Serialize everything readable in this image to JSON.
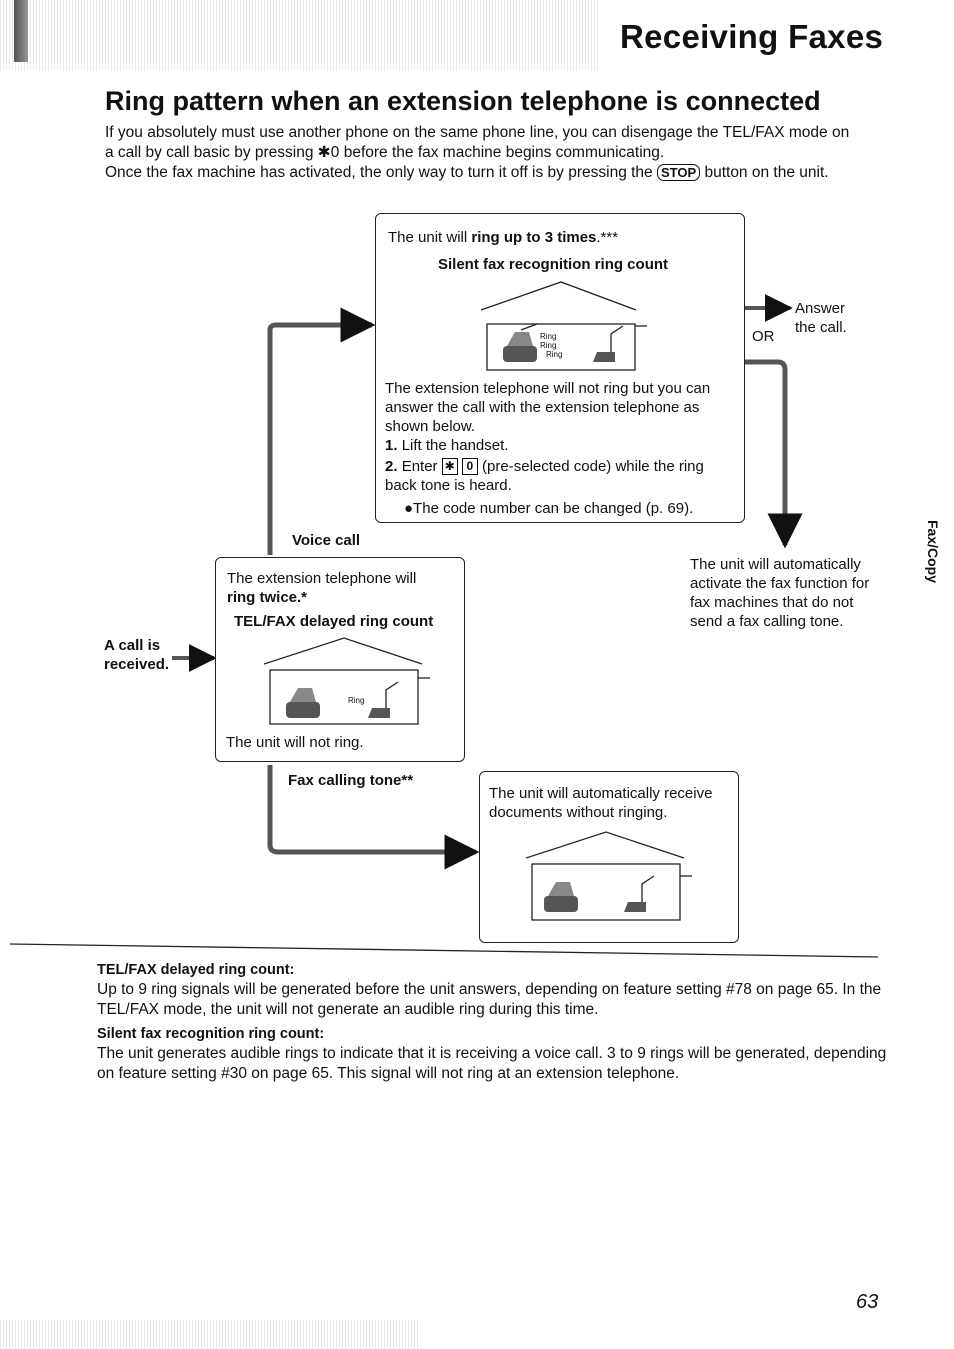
{
  "header": {
    "title": "Receiving Faxes"
  },
  "section": {
    "title": "Ring pattern when an extension telephone is connected"
  },
  "intro": {
    "line1a": "If you absolutely must use another phone on the same phone line, you can disengage the TEL/FAX mode on",
    "line1b": "a call by call basic by pressing ",
    "star_zero": "✱0",
    "line1c": " before the fax machine begins communicating.",
    "line2a": "Once the fax machine has activated, the only way to turn it off is by pressing the ",
    "stop_key": "STOP",
    "line2b": " button on the unit."
  },
  "diagram": {
    "call_received": "A call is received.",
    "voice_call": "Voice call",
    "fax_calling_tone": "Fax calling tone**",
    "or_label": "OR",
    "answer_label": "Answer the call.",
    "auto_activate": "The unit will automatically activate the fax function for fax machines that do not send a fax calling tone.",
    "silent_box": {
      "line1_pre": "The unit will ",
      "line1_bold": "ring up to 3 times",
      "line1_post": ".***",
      "heading": "Silent fax recognition ring count",
      "ring_words": [
        "Ring",
        "Ring",
        "Ring"
      ],
      "desc": "The extension telephone will not ring but you can answer the call with the extension telephone as shown below.",
      "step1_num": "1.",
      "step1": "Lift the handset.",
      "step2_num": "2.",
      "step2_pre": "Enter ",
      "key_star": "✱",
      "key_zero": "0",
      "step2_post": " (pre-selected code) while the ring back tone is heard.",
      "bullet": "●The code number can be changed (p. 69)."
    },
    "telfax_box": {
      "line1": "The extension telephone will",
      "line2": "ring twice.*",
      "heading": "TEL/FAX delayed ring count",
      "ring_word": "Ring",
      "footer": "The unit will not ring."
    },
    "fax_box": {
      "text": "The unit will automatically receive documents without ringing."
    }
  },
  "notes": [
    {
      "heading": "TEL/FAX delayed ring count:",
      "text": "Up to 9 ring signals will be generated before the unit answers, depending on feature setting #78 on page 65. In the TEL/FAX mode, the unit will not generate an audible ring during this time."
    },
    {
      "heading": "Silent fax recognition ring count:",
      "text": "The unit generates audible rings to indicate that it is receiving a voice call. 3 to 9 rings will be generated, depending on feature setting #30 on page 65. This signal will not ring at an extension telephone."
    }
  ],
  "side_tab": "Fax/Copy",
  "page_number": "63"
}
